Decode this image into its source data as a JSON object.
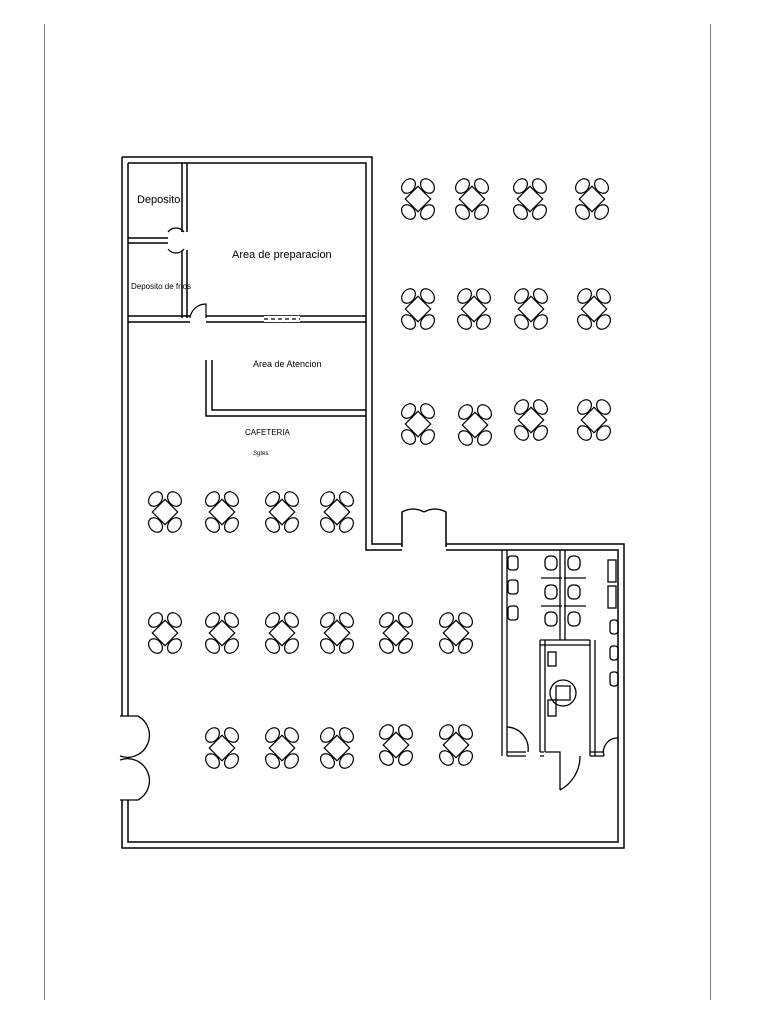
{
  "floor_plan": {
    "rooms": {
      "deposito": "Deposito",
      "preparacion": "Area de preparacion",
      "deposito_frios": "Deposito de frios",
      "atencion": "Area de Atencion",
      "cafeteria": "CAFETERIA",
      "cafeteria_note": "Sgtes."
    },
    "table_groups": [
      {
        "name": "upper-right",
        "rows": 3,
        "cols": 4
      },
      {
        "name": "lower-row-1",
        "rows": 1,
        "cols": 4
      },
      {
        "name": "lower-row-2",
        "rows": 1,
        "cols": 6
      },
      {
        "name": "lower-row-3",
        "rows": 1,
        "cols": 5
      }
    ],
    "colors": {
      "line": "#000000",
      "background": "#ffffff"
    }
  }
}
